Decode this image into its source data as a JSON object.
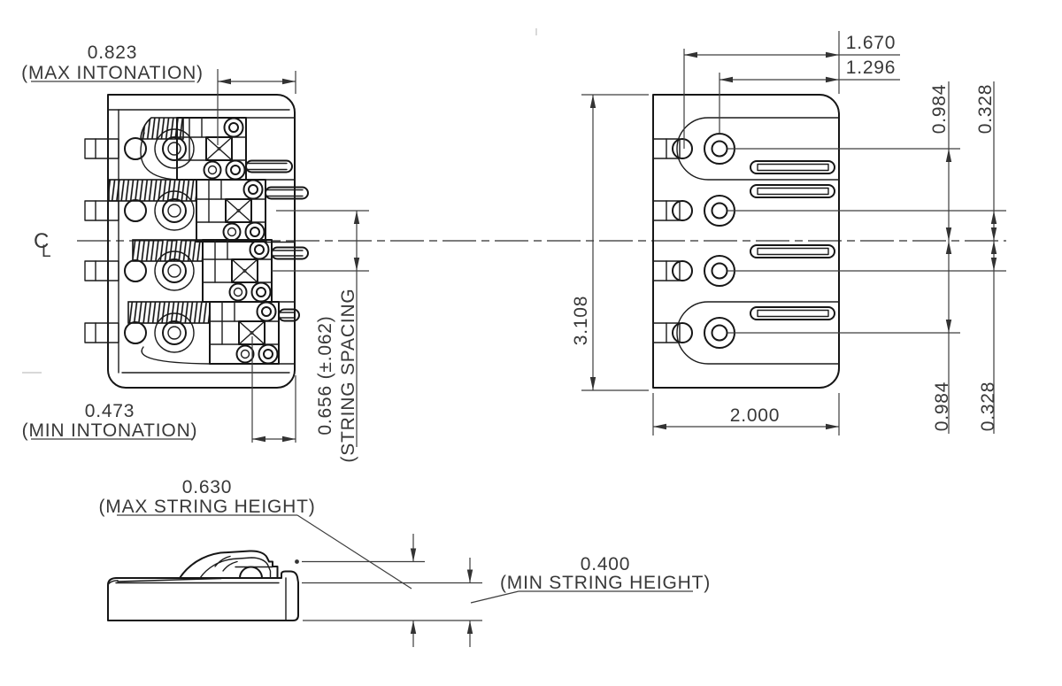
{
  "drawing_title": "bass-bridge-dimension-drawing",
  "accent_colors": {
    "line": "#161616",
    "dimension": "#3d3d3d",
    "text": "#383838",
    "background": "#ffffff"
  },
  "centerline": {
    "c": "C",
    "l": "L"
  },
  "top_view": {
    "max_intonation_value": "0.823",
    "max_intonation_label": "(MAX INTONATION)",
    "min_intonation_value": "0.473",
    "min_intonation_label": "(MIN INTONATION)",
    "string_spacing_value": "0.656 (±.062)",
    "string_spacing_label": "(STRING SPACING"
  },
  "back_view": {
    "upper_hole_span": "1.670",
    "inner_hole_span": "1.296",
    "overall_length": "3.108",
    "base_width": "2.000",
    "upper_hole_to_centerline": "0.984",
    "upper_slot_to_centerline": "0.328",
    "lower_hole_to_centerline": "0.984",
    "lower_slot_to_centerline": "0.328"
  },
  "side_view": {
    "max_string_height_value": "0.630",
    "max_string_height_label": "(MAX STRING HEIGHT)",
    "min_string_height_value": "0.400",
    "min_string_height_label": "(MIN STRING HEIGHT)"
  }
}
